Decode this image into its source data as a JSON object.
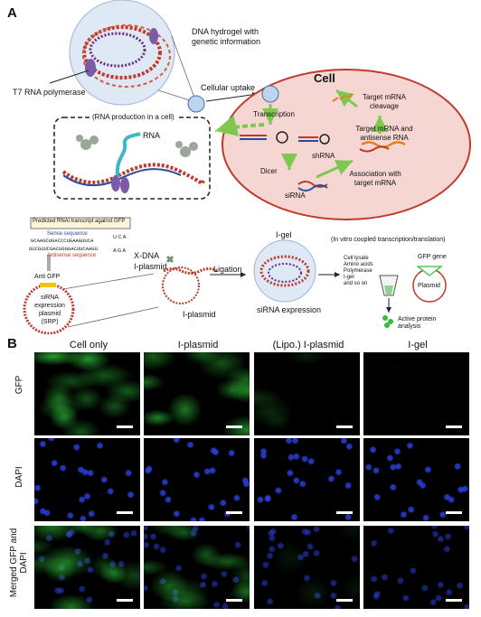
{
  "panel_a": {
    "letter": "A",
    "dna_hydrogel_label": "DNA hydrogel with genetic information",
    "t7_label": "T7 RNA polymerase",
    "cellular_uptake": "Cellular uptake",
    "cell_title": "Cell",
    "transcription": "Transcription",
    "shrna": "shRNA",
    "dicer": "Dicer",
    "sirna": "siRNA",
    "target_mrna_cleavage": "Target mRNA cleavage",
    "target_mrna_antisense": "Target mRNA and antisense RNA",
    "association": "Association with target mRNA",
    "rna_production": "(RNA production in a cell)",
    "rna": "RNA",
    "predicted_title": "Predicted RNAi transcript against GFP",
    "sense_label": "Sense sequence",
    "sense_seq": "GCAAGCUGACCCUGAAGUUCA",
    "antisense_seq": "UUCGUUCGACUGGGACUUCAAGU",
    "antisense_label": "Antisense sequence",
    "loop_top": "U C A",
    "loop_bottom": "A G A",
    "anti_gfp": "Anti GFP",
    "srp_text": "siRNA expression plasmid (SRP)",
    "xdna": "X-DNA",
    "iplasmid_small": "I-plasmid",
    "ligation": "Ligation",
    "iplasmid_ring": "I-plasmid",
    "igel": "I-gel",
    "sirna_expression": "siRNA expression",
    "in_vitro": "(In vitro coupled transcription/translation)",
    "cell_lysate": "Cell lysate",
    "amino_acids": "Amino acids",
    "polymerase": "Polymerase",
    "igel_small": "I-gel",
    "and_so_on": "and so on",
    "gfp_gene": "GFP gene",
    "plasmid": "Plasmid",
    "active_protein": "Active protein analysis"
  },
  "panel_b": {
    "letter": "B",
    "columns": [
      "Cell only",
      "I-plasmid",
      "(Lipo.) I-plasmid",
      "I-gel"
    ],
    "rows": [
      "GFP",
      "DAPI",
      "Merged GFP and DAPI"
    ],
    "gfp_intensity": [
      1.0,
      0.85,
      0.3,
      0.02
    ],
    "colors": {
      "gfp": "#2fbf3a",
      "dapi": "#2a3fd8",
      "cell_fill": "#f5d6d3",
      "cell_edge": "#c0392b",
      "arrow": "#7ec850"
    }
  }
}
